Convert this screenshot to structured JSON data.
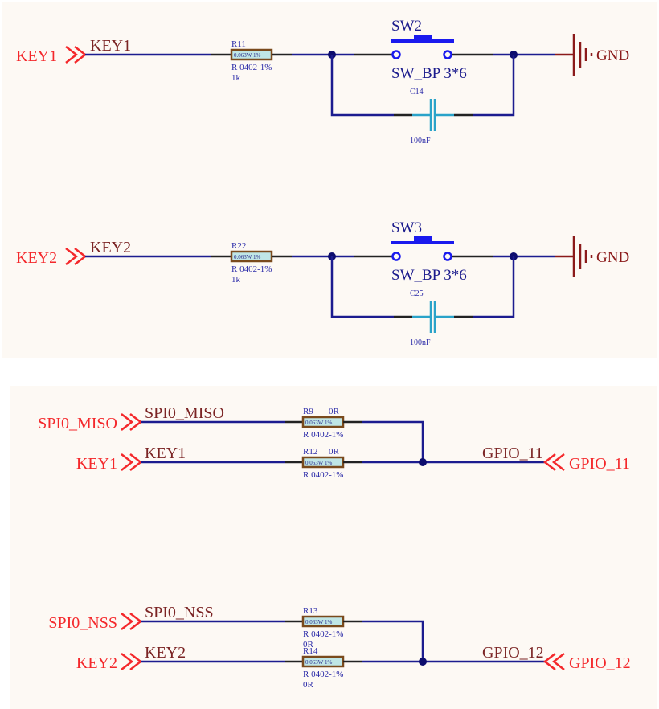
{
  "circuits": [
    {
      "port": "KEY1",
      "net": "KEY1",
      "resistor": {
        "designator": "R11",
        "body": "0.063W 1%",
        "footprint": "R 0402-1%",
        "value": "1k"
      },
      "switch": {
        "designator": "SW2",
        "footprint": "SW_BP 3*6"
      },
      "capacitor": {
        "designator": "C14",
        "value": "100nF"
      },
      "ground": "GND"
    },
    {
      "port": "KEY2",
      "net": "KEY2",
      "resistor": {
        "designator": "R22",
        "body": "0.063W 1%",
        "footprint": "R 0402-1%",
        "value": "1k"
      },
      "switch": {
        "designator": "SW3",
        "footprint": "SW_BP 3*6"
      },
      "capacitor": {
        "designator": "C25",
        "value": "100nF"
      },
      "ground": "GND"
    }
  ],
  "muxes": [
    {
      "inputs": [
        {
          "port": "SPI0_MISO",
          "net": "SPI0_MISO",
          "resistor": {
            "designator": "R9",
            "value": "0R",
            "body": "0.063W 1%",
            "footprint": "R 0402-1%"
          }
        },
        {
          "port": "KEY1",
          "net": "KEY1",
          "resistor": {
            "designator": "R12",
            "value": "0R",
            "body": "0.063W 1%",
            "footprint": "R 0402-1%"
          }
        }
      ],
      "output_net": "GPIO_11",
      "output_port": "GPIO_11"
    },
    {
      "inputs": [
        {
          "port": "SPI0_NSS",
          "net": "SPI0_NSS",
          "resistor": {
            "designator": "R13",
            "value": "0R",
            "body": "0.063W 1%",
            "footprint": "R 0402-1%"
          }
        },
        {
          "port": "KEY2",
          "net": "KEY2",
          "resistor": {
            "designator": "R14",
            "value": "0R",
            "body": "0.063W 1%",
            "footprint": "R 0402-1%"
          }
        }
      ],
      "output_net": "GPIO_12",
      "output_port": "GPIO_12"
    }
  ],
  "colors": {
    "wire": "#1c1c8f",
    "port": "#f4282b",
    "net_label": "#7b2424",
    "ground": "#8b1a1a",
    "capacitor": "#2aa3c9",
    "switch": "#1a1aee",
    "panel_bg": "#fdf9f4"
  }
}
